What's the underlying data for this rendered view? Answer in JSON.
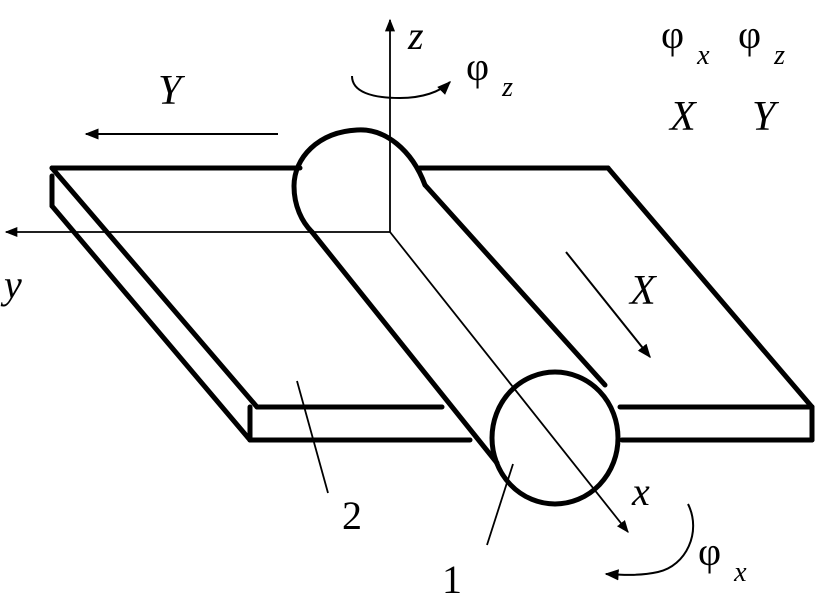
{
  "labels": {
    "z_axis": "z",
    "y_axis": "y",
    "x_axis": "x",
    "Y_force": "Y",
    "X_force": "X",
    "phi_z_main": "φ",
    "phi_z_sub": "z",
    "phi_x_main": "φ",
    "phi_x_sub": "x",
    "legend_phi_x_main": "φ",
    "legend_phi_x_sub": "x",
    "legend_phi_z_main": "φ",
    "legend_phi_z_sub": "z",
    "legend_X": "X",
    "legend_Y": "Y",
    "part_1": "1",
    "part_2": "2"
  },
  "colors": {
    "stroke": "#000000",
    "background": "#ffffff"
  }
}
